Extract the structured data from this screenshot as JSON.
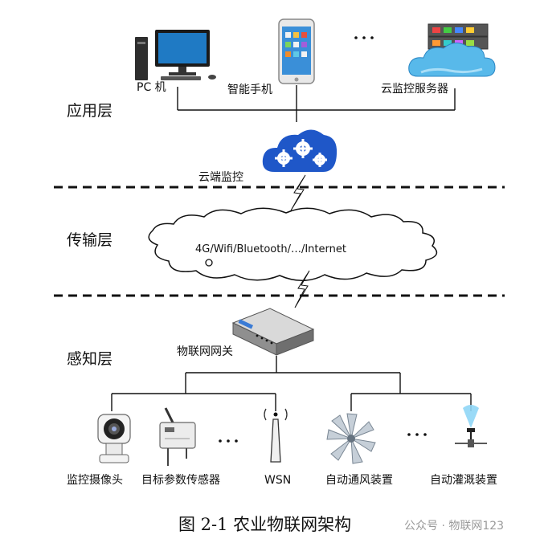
{
  "layers": {
    "application": "应用层",
    "transport": "传输层",
    "perception": "感知层"
  },
  "devices": {
    "pc": "PC 机",
    "phone": "智能手机",
    "ellipsis_top": "· · ·",
    "cloud_server": "云监控服务器",
    "cloud_monitor": "云端监控",
    "network": "4G/Wifi/Bluetooth/…/Internet",
    "gateway": "物联网网关",
    "camera": "监控摄像头",
    "sensor": "目标参数传感器",
    "ellipsis_mid": "· · ·",
    "wsn": "WSN",
    "ventilation": "自动通风装置",
    "ellipsis_right": "· · ·",
    "irrigation": "自动灌溉装置"
  },
  "caption": "图 2-1 农业物联网架构",
  "watermark": "公众号 · 物联网123",
  "colors": {
    "cloud_blue": "#1f57c8",
    "sky_blue": "#58b9ea",
    "line": "#111111"
  }
}
